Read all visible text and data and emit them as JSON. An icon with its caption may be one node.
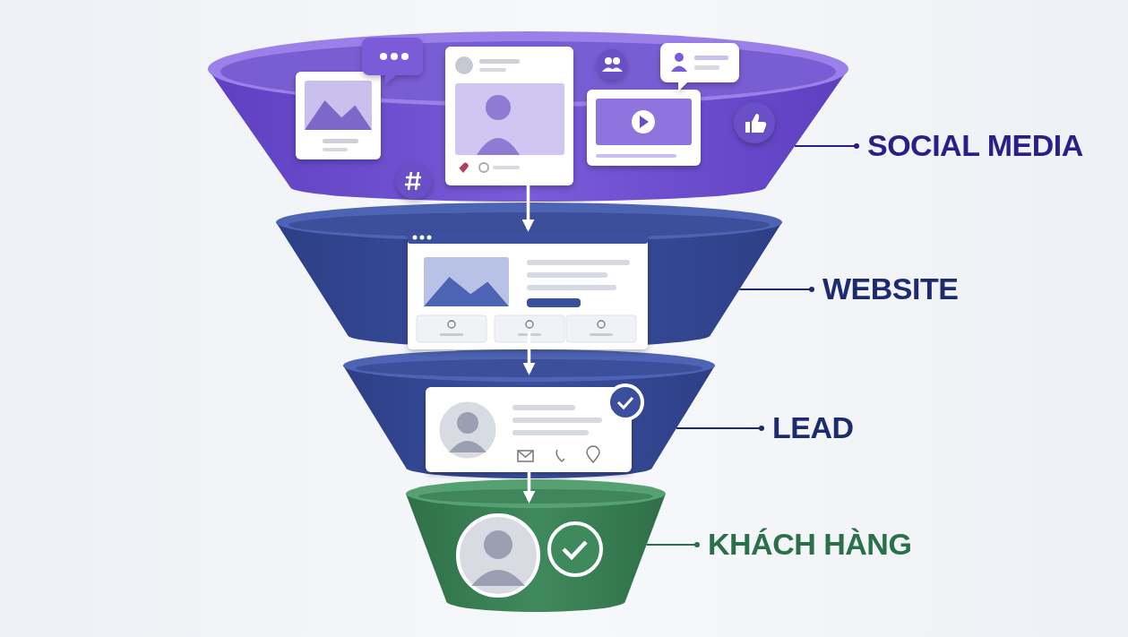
{
  "diagram": {
    "nodes": [
      {
        "text": [],
        "shape": "trapezoid"
      },
      {
        "text": [],
        "shape": "trapezoid"
      },
      {
        "text": [],
        "shape": "trapezoid"
      },
      {
        "text": [],
        "shape": "trapezoid"
      },
      {
        "text": [
          "SOCIAL MEDIA"
        ]
      },
      {
        "text": [
          "WEBSITE"
        ]
      },
      {
        "text": [
          "LEAD"
        ]
      },
      {
        "text": [
          "KHÁCH HÀNG"
        ]
      }
    ],
    "edges": [
      {
        "from": 0,
        "to": 1,
        "arrow": "to"
      },
      {
        "from": 1,
        "to": 2,
        "arrow": "to"
      },
      {
        "from": 2,
        "to": 3,
        "arrow": "to"
      },
      {
        "from": 4,
        "to": 0,
        "arrow": "other",
        "color": "#2b1e86"
      },
      {
        "from": 5,
        "to": 1,
        "arrow": "other",
        "color": "#1c2b6e"
      },
      {
        "from": 6,
        "to": 2,
        "arrow": "other",
        "color": "#1c2b6e"
      },
      {
        "from": 7,
        "to": 3,
        "arrow": "other",
        "color": "#2a7048"
      }
    ]
  }
}
